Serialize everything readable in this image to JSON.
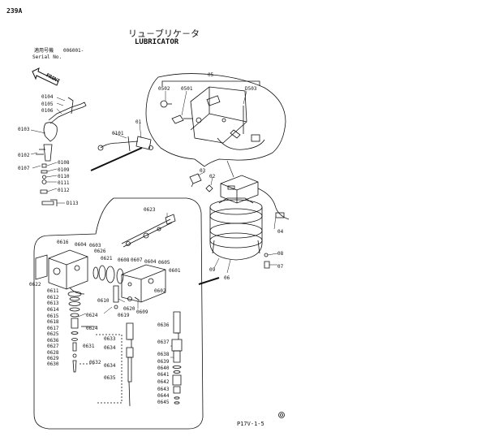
{
  "header": {
    "page_code": "239A",
    "title_jp": "リュ－ブリケ－タ",
    "title_en": "LUBRICATOR",
    "serial_label_jp": "適用号機",
    "serial_label_en": "Serial No.",
    "serial_value": "006001-"
  },
  "front_arrow_label": "FRONT",
  "footer": {
    "code": "P17V-1-5"
  },
  "part_labels": [
    {
      "id": "L1",
      "text": "05"
    },
    {
      "id": "L2",
      "text": "0502"
    },
    {
      "id": "L3",
      "text": "0501"
    },
    {
      "id": "L4",
      "text": "D503"
    },
    {
      "id": "L5",
      "text": "0104"
    },
    {
      "id": "L6",
      "text": "0105"
    },
    {
      "id": "L7",
      "text": "0106"
    },
    {
      "id": "L8",
      "text": "0103"
    },
    {
      "id": "L9",
      "text": "0101"
    },
    {
      "id": "L10",
      "text": "01"
    },
    {
      "id": "L11",
      "text": "0102"
    },
    {
      "id": "L12",
      "text": "0107"
    },
    {
      "id": "L13",
      "text": "0108"
    },
    {
      "id": "L14",
      "text": "0109"
    },
    {
      "id": "L15",
      "text": "0110"
    },
    {
      "id": "L16",
      "text": "0111"
    },
    {
      "id": "L17",
      "text": "0112"
    },
    {
      "id": "L18",
      "text": "D113"
    },
    {
      "id": "L19",
      "text": "03"
    },
    {
      "id": "L20",
      "text": "02"
    },
    {
      "id": "L21",
      "text": "04"
    },
    {
      "id": "L22",
      "text": "08"
    },
    {
      "id": "L23",
      "text": "07"
    },
    {
      "id": "L24",
      "text": "09"
    },
    {
      "id": "L25",
      "text": "06"
    },
    {
      "id": "L26",
      "text": "0623"
    },
    {
      "id": "L27",
      "text": "0616"
    },
    {
      "id": "L28",
      "text": "0604"
    },
    {
      "id": "L29",
      "text": "0603"
    },
    {
      "id": "L30",
      "text": "0626"
    },
    {
      "id": "L31",
      "text": "0621"
    },
    {
      "id": "L32",
      "text": "0608"
    },
    {
      "id": "L33",
      "text": "0607"
    },
    {
      "id": "L34",
      "text": "0604"
    },
    {
      "id": "L35",
      "text": "0605"
    },
    {
      "id": "L36",
      "text": "0601"
    },
    {
      "id": "L37",
      "text": "0622"
    },
    {
      "id": "L38",
      "text": "0602"
    },
    {
      "id": "L39",
      "text": "0611"
    },
    {
      "id": "L40",
      "text": "0612"
    },
    {
      "id": "L41",
      "text": "0613"
    },
    {
      "id": "L42",
      "text": "0614"
    },
    {
      "id": "L43",
      "text": "0615"
    },
    {
      "id": "L44",
      "text": "0618"
    },
    {
      "id": "L45",
      "text": "0617"
    },
    {
      "id": "L46",
      "text": "0625"
    },
    {
      "id": "L47",
      "text": "0636"
    },
    {
      "id": "L48",
      "text": "0627"
    },
    {
      "id": "L49",
      "text": "0628"
    },
    {
      "id": "L50",
      "text": "0629"
    },
    {
      "id": "L51",
      "text": "0630"
    },
    {
      "id": "L52",
      "text": "0610"
    },
    {
      "id": "L53",
      "text": "0620"
    },
    {
      "id": "L54",
      "text": "0619"
    },
    {
      "id": "L55",
      "text": "0609"
    },
    {
      "id": "L56",
      "text": "0624"
    },
    {
      "id": "L57",
      "text": "0624"
    },
    {
      "id": "L58",
      "text": "0631"
    },
    {
      "id": "L59",
      "text": "0632"
    },
    {
      "id": "L60",
      "text": "0633"
    },
    {
      "id": "L61",
      "text": "0634"
    },
    {
      "id": "L62",
      "text": "0634"
    },
    {
      "id": "L63",
      "text": "0635"
    },
    {
      "id": "L64",
      "text": "0636"
    },
    {
      "id": "L65",
      "text": "0637"
    },
    {
      "id": "L66",
      "text": "0638"
    },
    {
      "id": "L67",
      "text": "0639"
    },
    {
      "id": "L68",
      "text": "0640"
    },
    {
      "id": "L69",
      "text": "0641"
    },
    {
      "id": "L70",
      "text": "0642"
    },
    {
      "id": "L71",
      "text": "0643"
    },
    {
      "id": "L72",
      "text": "0644"
    },
    {
      "id": "L73",
      "text": "0645"
    }
  ]
}
